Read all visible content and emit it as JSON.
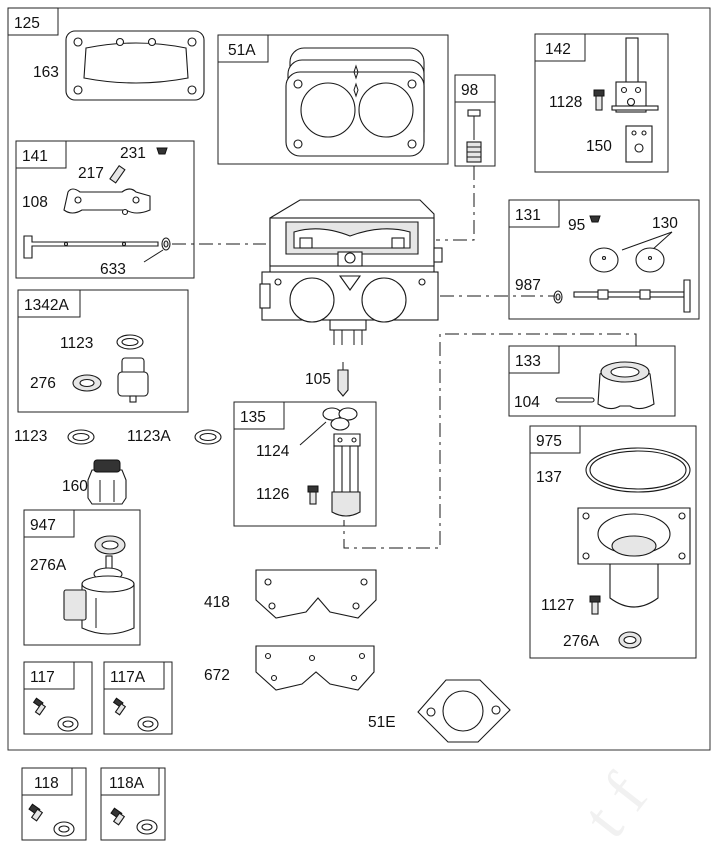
{
  "colors": {
    "line": "#1a1a1a",
    "background": "#ffffff",
    "shade": "#e6e6e6"
  },
  "frame_label": "125",
  "groups": {
    "g51A": "51A",
    "g98": "98",
    "g142": "142",
    "g141": "141",
    "g131": "131",
    "g1342A": "1342A",
    "g133": "133",
    "g135": "135",
    "g975": "975",
    "g947": "947",
    "g117": "117",
    "g117A": "117A",
    "g118": "118",
    "g118A": "118A"
  },
  "parts": {
    "p163": "163",
    "p1128": "1128",
    "p150": "150",
    "p231": "231",
    "p217": "217",
    "p108": "108",
    "p633": "633",
    "p95": "95",
    "p130": "130",
    "p987": "987",
    "p1123_kit": "1123",
    "p276": "276",
    "p105": "105",
    "p104": "104",
    "p1123": "1123",
    "p1123A": "1123A",
    "p1124": "1124",
    "p1126": "1126",
    "p160": "160",
    "p137": "137",
    "p276A_kit": "276A",
    "p1127": "1127",
    "p276A": "276A",
    "p418": "418",
    "p672": "672",
    "p51E": "51E"
  }
}
